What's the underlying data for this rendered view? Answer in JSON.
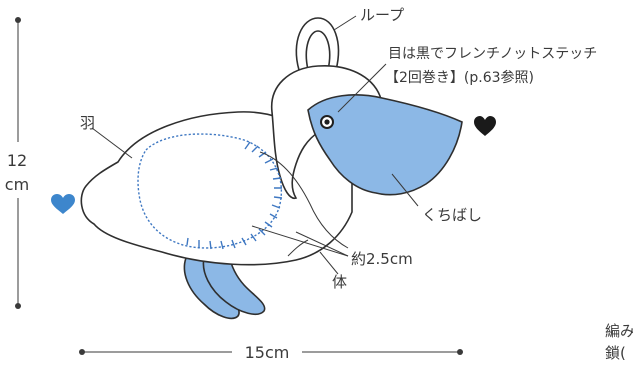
{
  "labels": {
    "loop": "ループ",
    "eye_note": "目は黒でフレンチノットステッチ",
    "eye_ref": "【2回巻き】(p.63参照)",
    "beak": "くちばし",
    "wing": "羽",
    "body": "体",
    "gap": "約2.5cm"
  },
  "dimensions": {
    "height_value": "12",
    "height_unit": "cm",
    "width": "15cm"
  },
  "edge_text": {
    "line1": "編み",
    "line2": "鎖("
  },
  "colors": {
    "fabric_blue": "#8cb8e6",
    "heart_black": "#1a1a1a",
    "heart_blue": "#3d86cc",
    "stitch_blue": "#3f78c2",
    "outline": "#2f2f2f"
  }
}
